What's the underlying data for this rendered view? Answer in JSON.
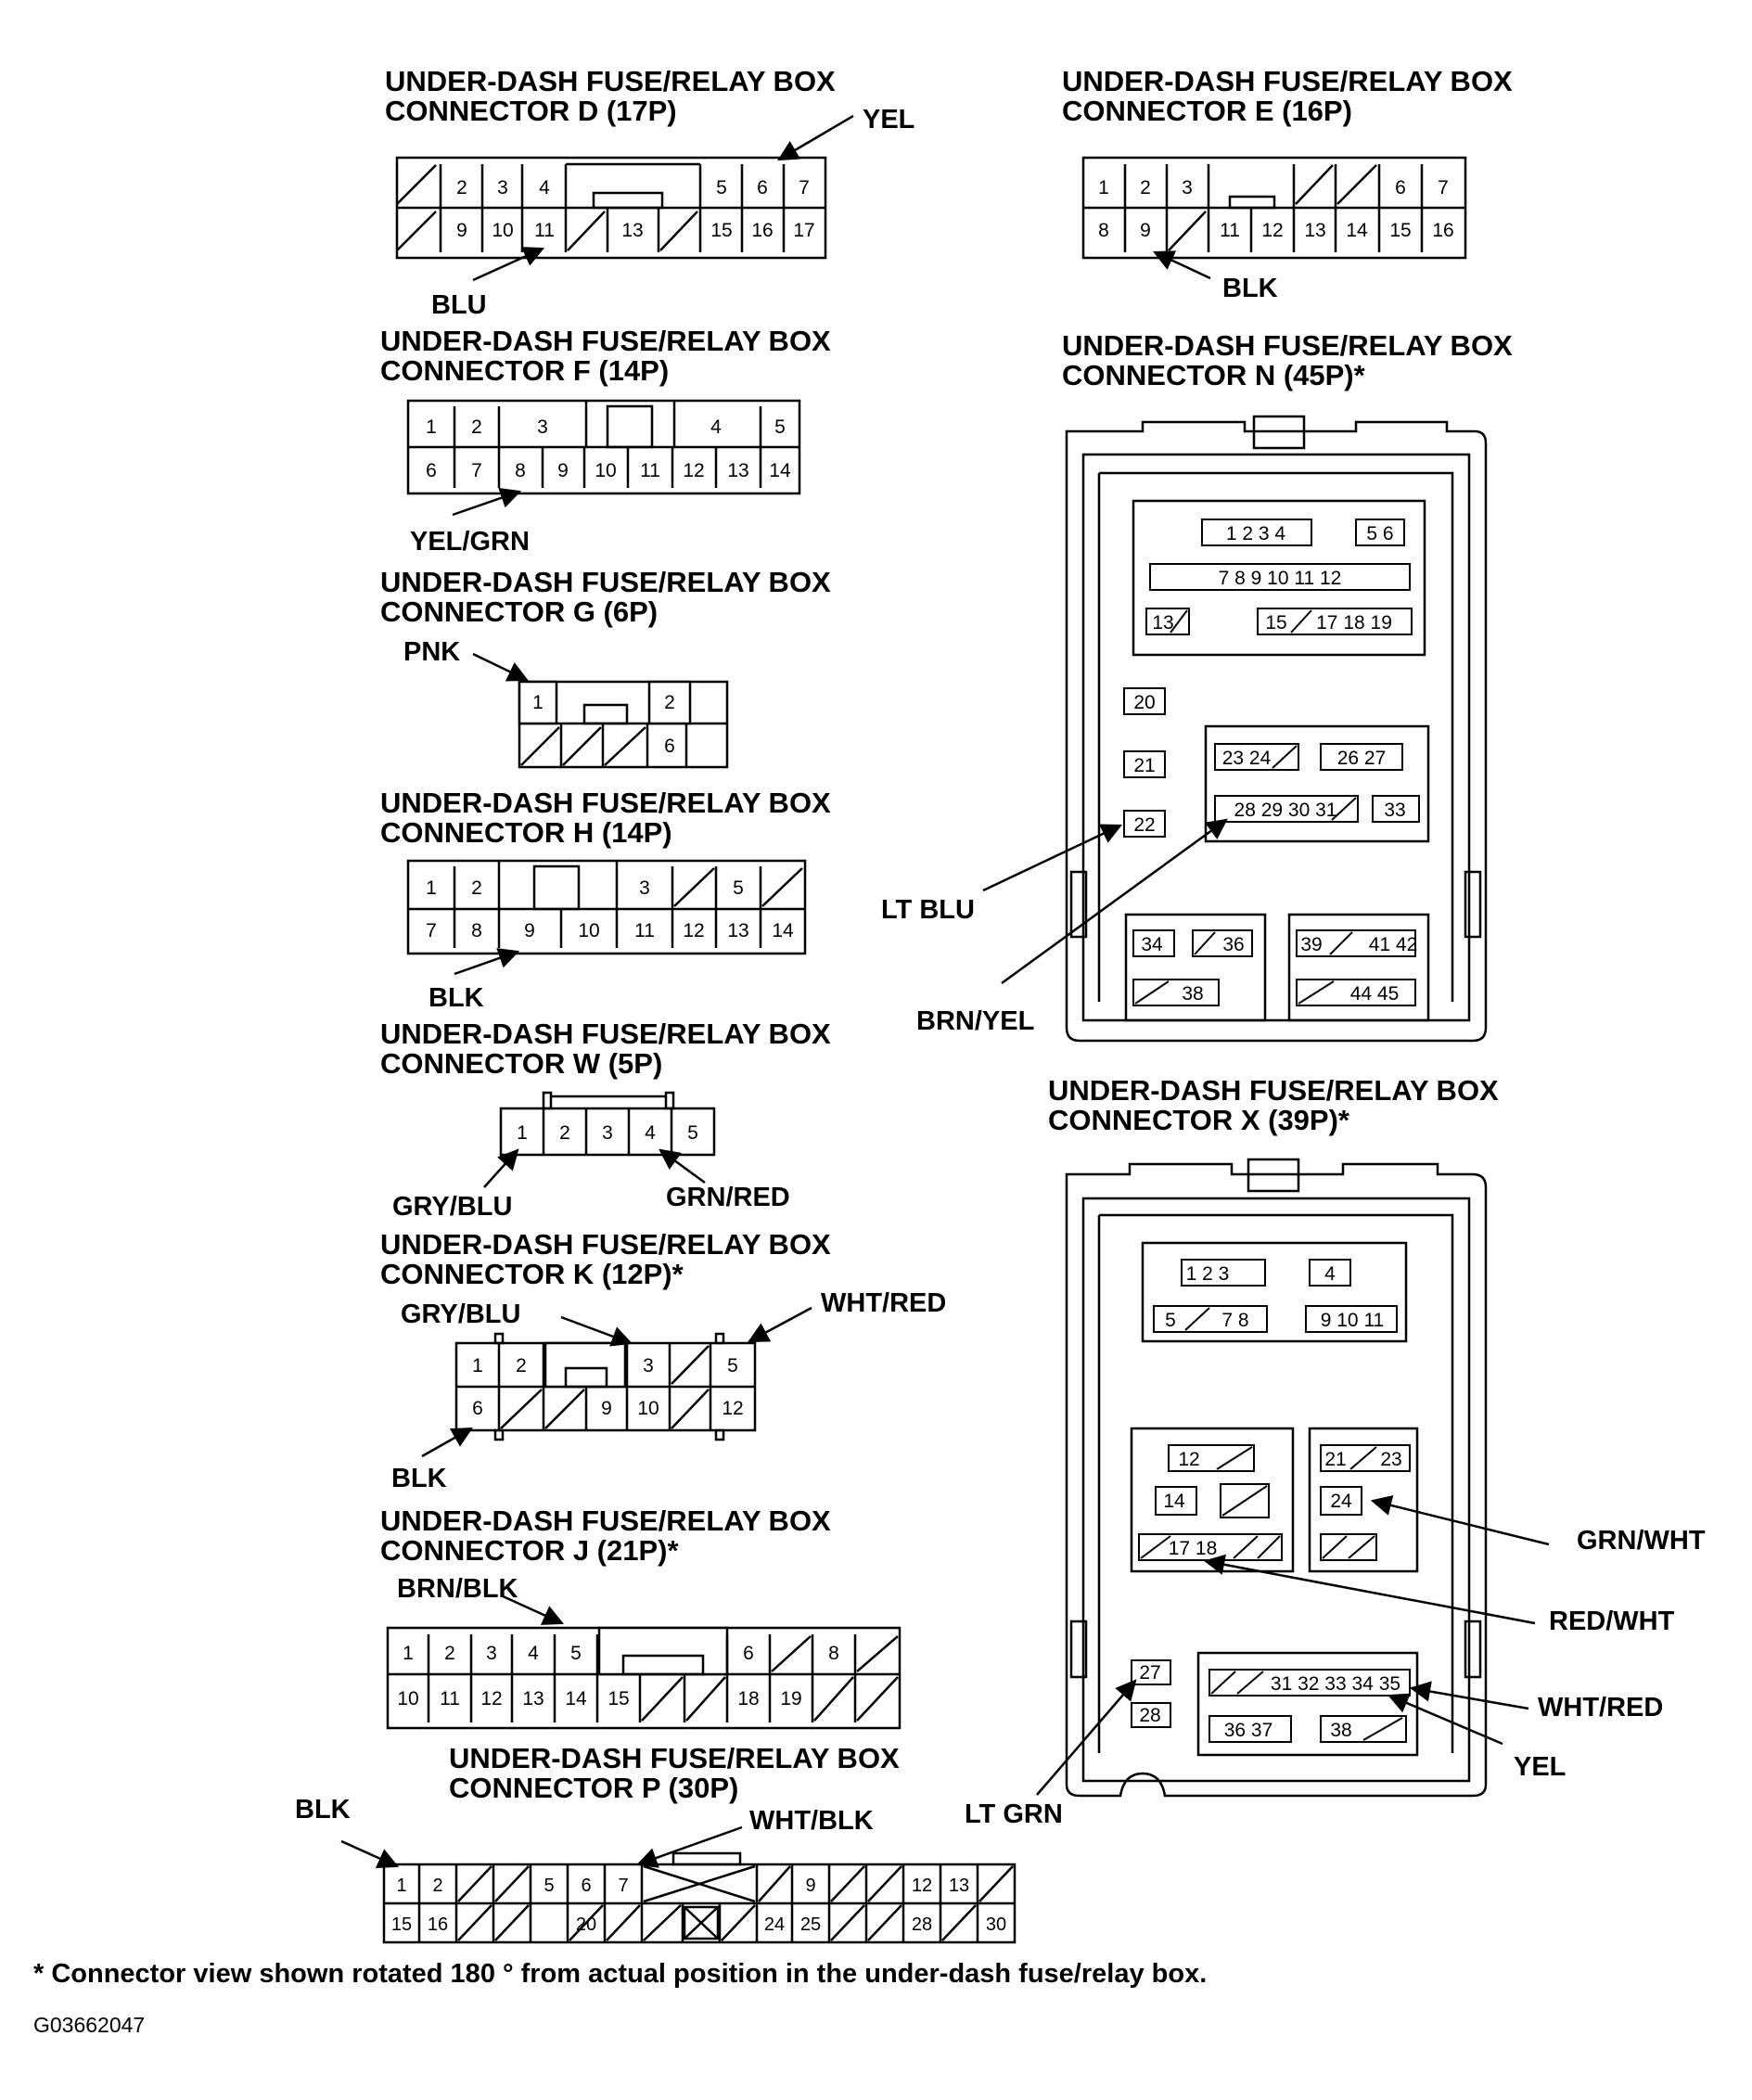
{
  "connectors": {
    "d": {
      "title1": "UNDER-DASH FUSE/RELAY BOX",
      "title2": "CONNECTOR D (17P)",
      "wires": [
        "YEL",
        "BLU"
      ],
      "row1": [
        "",
        "2",
        "3",
        "4",
        "5",
        "6",
        "7"
      ],
      "row2": [
        "",
        "9",
        "10",
        "11",
        "",
        "13",
        "",
        "15",
        "16",
        "17"
      ]
    },
    "e": {
      "title1": "UNDER-DASH FUSE/RELAY BOX",
      "title2": "CONNECTOR E (16P)",
      "wires": [
        "BLK"
      ],
      "row1": [
        "1",
        "2",
        "3",
        "",
        "",
        "6",
        "7"
      ],
      "row2": [
        "8",
        "9",
        "",
        "11",
        "12",
        "13",
        "14",
        "15",
        "16"
      ]
    },
    "f": {
      "title1": "UNDER-DASH FUSE/RELAY BOX",
      "title2": "CONNECTOR F (14P)",
      "wires": [
        "YEL/GRN"
      ],
      "row1": [
        "1",
        "2",
        "3",
        "4",
        "5"
      ],
      "row2": [
        "6",
        "7",
        "8",
        "9",
        "10",
        "11",
        "12",
        "13",
        "14"
      ]
    },
    "g": {
      "title1": "UNDER-DASH FUSE/RELAY BOX",
      "title2": "CONNECTOR G (6P)",
      "wires": [
        "PNK"
      ],
      "row1": [
        "1",
        "2"
      ],
      "row2": [
        "",
        "",
        "",
        "6"
      ]
    },
    "h": {
      "title1": "UNDER-DASH FUSE/RELAY BOX",
      "title2": "CONNECTOR H (14P)",
      "wires": [
        "BLK"
      ],
      "row1": [
        "1",
        "2",
        "3",
        "",
        "5",
        ""
      ],
      "row2": [
        "7",
        "8",
        "9",
        "10",
        "11",
        "12",
        "13",
        "14"
      ]
    },
    "w": {
      "title1": "UNDER-DASH FUSE/RELAY BOX",
      "title2": "CONNECTOR W (5P)",
      "wires": [
        "GRY/BLU",
        "GRN/RED"
      ],
      "row1": [
        "1",
        "2",
        "3",
        "4",
        "5"
      ]
    },
    "k": {
      "title1": "UNDER-DASH FUSE/RELAY BOX",
      "title2": "CONNECTOR K (12P)*",
      "wires": [
        "GRY/BLU",
        "WHT/RED",
        "BLK"
      ],
      "row1": [
        "1",
        "2",
        "3",
        "",
        "5"
      ],
      "row2": [
        "6",
        "",
        "",
        "9",
        "10",
        "",
        "12"
      ]
    },
    "j": {
      "title1": "UNDER-DASH FUSE/RELAY BOX",
      "title2": "CONNECTOR J (21P)*",
      "wires": [
        "BRN/BLK"
      ],
      "row1": [
        "1",
        "2",
        "3",
        "4",
        "5",
        "6",
        "",
        "8",
        ""
      ],
      "row2": [
        "10",
        "11",
        "12",
        "13",
        "14",
        "15",
        "",
        "",
        "18",
        "19",
        "",
        ""
      ]
    },
    "p": {
      "title1": "UNDER-DASH FUSE/RELAY BOX",
      "title2": "CONNECTOR P (30P)",
      "wires": [
        "BLK",
        "WHT/BLK"
      ],
      "row1": [
        "1",
        "2",
        "",
        "",
        "5",
        "6",
        "7",
        "",
        "9",
        "",
        "",
        "12",
        "13",
        ""
      ],
      "row2": [
        "15",
        "16",
        "",
        "",
        "20",
        "",
        "",
        "",
        "24",
        "25",
        "",
        "",
        "28",
        "",
        "30"
      ]
    },
    "n": {
      "title1": "UNDER-DASH FUSE/RELAY BOX",
      "title2": "CONNECTOR N (45P)*",
      "wires": [
        "LT BLU",
        "BRN/YEL"
      ],
      "rows": [
        "1 2 3 4",
        "5 6",
        "7 8 9 10 11 12",
        "13",
        "15",
        "17 18 19",
        "20",
        "21",
        "22",
        "23 24",
        "26 27",
        "28 29 30 31",
        "33",
        "34",
        "36",
        "38",
        "39",
        "41 42",
        "44 45"
      ]
    },
    "x": {
      "title1": "UNDER-DASH FUSE/RELAY BOX",
      "title2": "CONNECTOR X (39P)*",
      "wires": [
        "GRN/WHT",
        "RED/WHT",
        "WHT/RED",
        "YEL",
        "LT GRN"
      ],
      "rows": [
        "1 2 3",
        "4",
        "5",
        "7 8",
        "9 10 11",
        "12",
        "14",
        "17 18",
        "21",
        "23",
        "24",
        "27",
        "28",
        "31 32 33 34 35",
        "36 37",
        "38"
      ]
    }
  },
  "footnote": "* Connector view shown rotated 180 ° from actual position in the under-dash fuse/relay box.",
  "figure_code": "G03662047"
}
